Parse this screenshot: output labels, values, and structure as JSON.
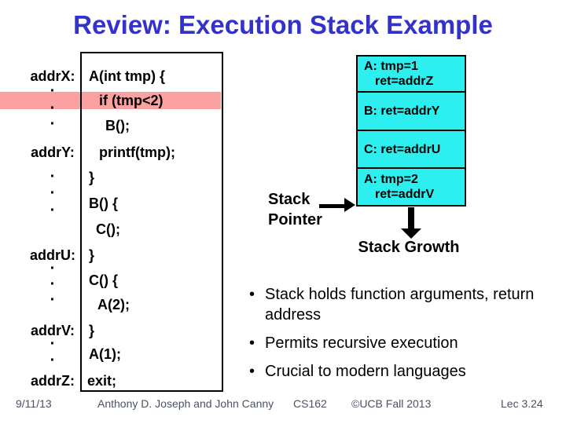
{
  "title": "Review: Execution Stack Example",
  "colors": {
    "title_blue": "#3333CC",
    "highlight_pink": "#FAA2A2",
    "frame_cyan": "#2EEFEF",
    "footer_gray": "#4A5264"
  },
  "icons": {
    "pointer_arrow": "right-arrow",
    "growth_arrow": "down-arrow",
    "bullet": "dot"
  },
  "code_box": {
    "labels": [
      {
        "text": "addrX:"
      },
      {
        "text": "·"
      },
      {
        "text": "·"
      },
      {
        "text": "·"
      },
      {
        "text": "addrY:"
      },
      {
        "text": "·"
      },
      {
        "text": "·"
      },
      {
        "text": "·"
      },
      {
        "text": "addrU:"
      },
      {
        "text": "·"
      },
      {
        "text": "·"
      },
      {
        "text": "·"
      },
      {
        "text": "addrV:"
      },
      {
        "text": "·"
      },
      {
        "text": "·"
      },
      {
        "text": "addrZ:"
      }
    ],
    "lines": [
      {
        "text": "A(int tmp) {"
      },
      {
        "text": "if (tmp<2)",
        "highlighted": true
      },
      {
        "text": "B();"
      },
      {
        "text": "printf(tmp);"
      },
      {
        "text": "}"
      },
      {
        "text": "B() {"
      },
      {
        "text": "C();"
      },
      {
        "text": "}"
      },
      {
        "text": "C() {"
      },
      {
        "text": "A(2);"
      },
      {
        "text": "}"
      },
      {
        "text": "A(1);"
      },
      {
        "text": "exit;"
      }
    ]
  },
  "stack": {
    "frames": [
      {
        "line1": "A: tmp=1",
        "line2": "ret=addrZ"
      },
      {
        "line1": "B: ret=addrY",
        "line2": ""
      },
      {
        "line1": "C: ret=addrU",
        "line2": ""
      },
      {
        "line1": "A: tmp=2",
        "line2": "ret=addrV"
      }
    ],
    "pointer_line1": "Stack",
    "pointer_line2": "Pointer",
    "growth_label": "Stack Growth"
  },
  "bullets": {
    "marker": "•",
    "items": [
      {
        "text": "Stack holds function arguments, return address"
      },
      {
        "text": "Permits recursive execution"
      },
      {
        "text": "Crucial to modern languages"
      }
    ]
  },
  "footer": {
    "date": "9/11/13",
    "authors": "Anthony D. Joseph and John Canny",
    "course": "CS162",
    "copyright": "©UCB Fall 2013",
    "lecture": "Lec 3.24"
  }
}
